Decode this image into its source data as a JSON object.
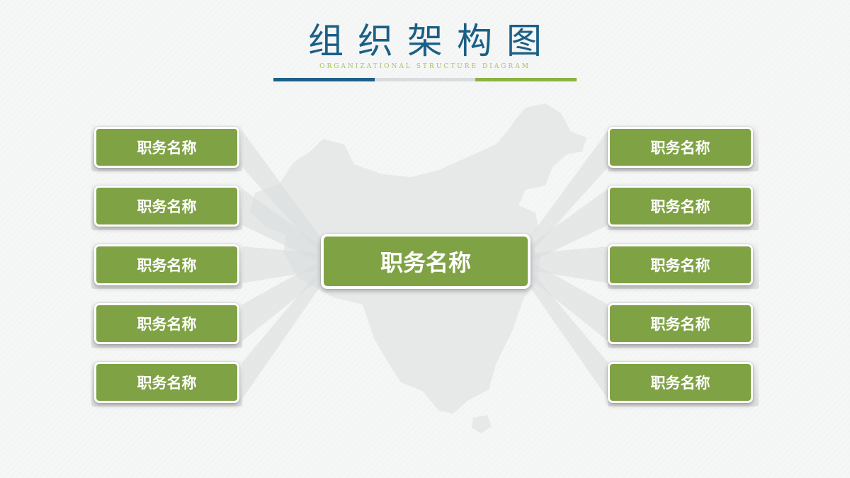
{
  "title": {
    "main": "组织架构图",
    "sub": "ORGANIZATIONAL STRUCTURE DIAGRAM"
  },
  "colors": {
    "title": "#1a5f86",
    "subtitle": "#a9bf6a",
    "underline": [
      "#1f5f86",
      "#d8dcdf",
      "#8ab340"
    ],
    "box": "#7fa245",
    "box_border": "#ffffff",
    "ray": "#d9dcdc",
    "map": "#e7e9e9"
  },
  "center": {
    "label": "职务名称"
  },
  "left": [
    {
      "label": "职务名称"
    },
    {
      "label": "职务名称"
    },
    {
      "label": "职务名称"
    },
    {
      "label": "职务名称"
    },
    {
      "label": "职务名称"
    }
  ],
  "right": [
    {
      "label": "职务名称"
    },
    {
      "label": "职务名称"
    },
    {
      "label": "职务名称"
    },
    {
      "label": "职务名称"
    },
    {
      "label": "职务名称"
    }
  ]
}
